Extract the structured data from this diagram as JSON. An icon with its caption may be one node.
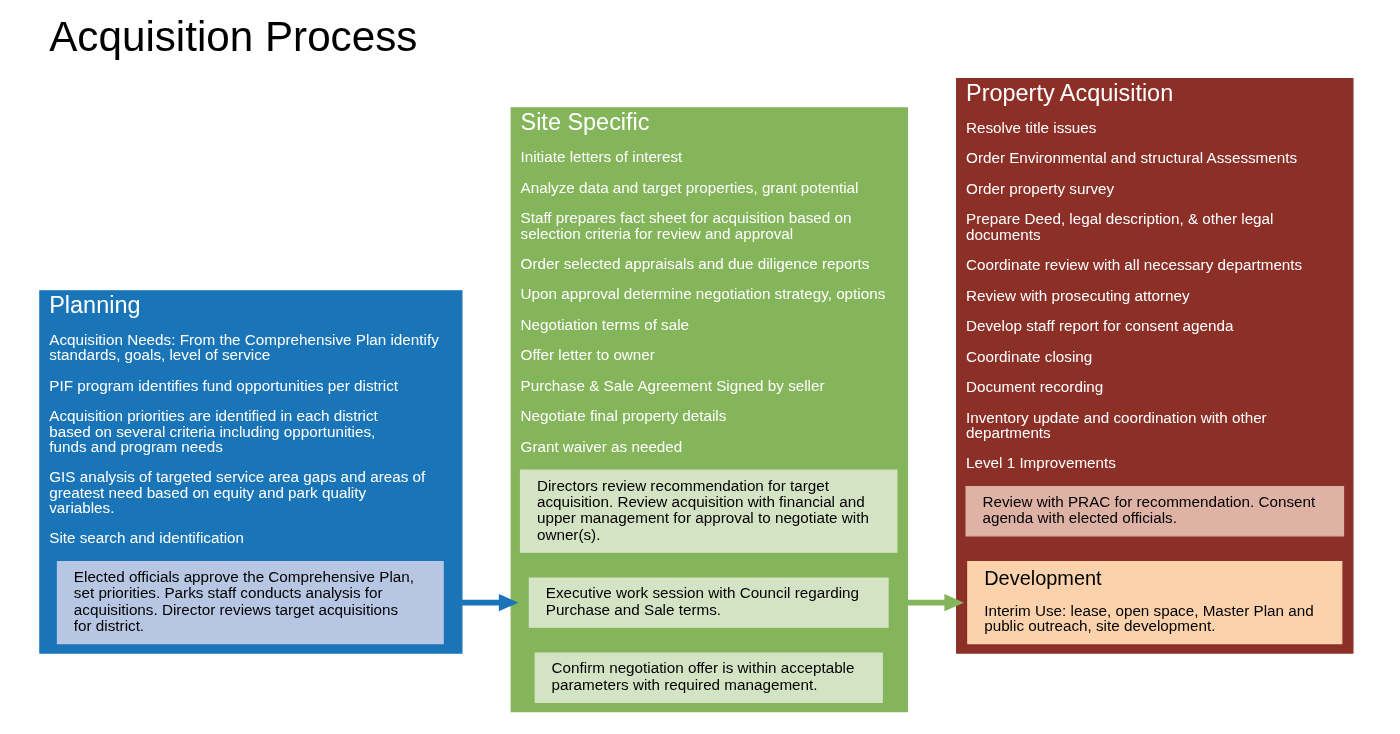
{
  "diagram": {
    "title": "Acquisition Process",
    "nodes": [
      {
        "text": [
          "Planning",
          "Acquisition Needs: From the Comprehensive Plan identify standards, goals, level of service",
          "PIF program identifies fund opportunities per district",
          "Acquisition priorities are identified in each district based on several criteria including opportunities, funds and program needs",
          "GIS analysis of targeted service area gaps and areas of greatest need based on equity and park quality variables.",
          "Site search and identification"
        ]
      },
      {
        "text": [
          "Elected officials approve the Comprehensive Plan, set priorities. Parks staff conducts analysis for acquisitions. Director reviews target acquisitions for district."
        ],
        "in": 0
      },
      {
        "text": [
          "Site Specific",
          "Initiate letters of interest",
          "Analyze data and target properties, grant potential",
          "Staff prepares fact sheet for acquisition based on selection criteria for review and approval",
          "Order selected appraisals and due diligence reports",
          "Upon approval determine negotiation strategy, options",
          "Negotiation terms of sale",
          "Offer letter to owner",
          "Purchase & Sale Agreement Signed by seller",
          "Negotiate final property details",
          "Grant waiver as needed"
        ]
      },
      {
        "text": [
          "Directors review recommendation for target acquisition. Review acquisition with financial and upper management for approval to negotiate with owner(s)."
        ],
        "in": 2
      },
      {
        "text": [
          "Executive work session with Council regarding Purchase and Sale terms."
        ],
        "in": 2
      },
      {
        "text": [
          "Confirm negotiation offer is within acceptable parameters with required management."
        ],
        "in": 2
      },
      {
        "text": [
          "Property Acquisition",
          "Resolve title issues",
          "Order Environmental and structural Assessments",
          "Order property survey",
          "Prepare Deed, legal description, & other legal documents",
          "Coordinate review with all necessary departments",
          "Review with prosecuting attorney",
          "Develop staff report for consent agenda",
          "Coordinate closing",
          "Document recording",
          "Inventory update and coordination with other departments",
          "Level 1 Improvements"
        ]
      },
      {
        "text": [
          "Review with PRAC for recommendation. Consent agenda with elected officials."
        ],
        "in": 6
      },
      {
        "text": [
          "Development",
          "Interim Use: lease, open space, Master Plan and public outreach, site development."
        ],
        "in": 6
      }
    ],
    "edges": [
      {
        "from": 0,
        "to": 2,
        "arrow": "to",
        "color": "#1a75b8"
      },
      {
        "from": 2,
        "to": 6,
        "arrow": "to",
        "color": "#84b55a"
      }
    ]
  }
}
